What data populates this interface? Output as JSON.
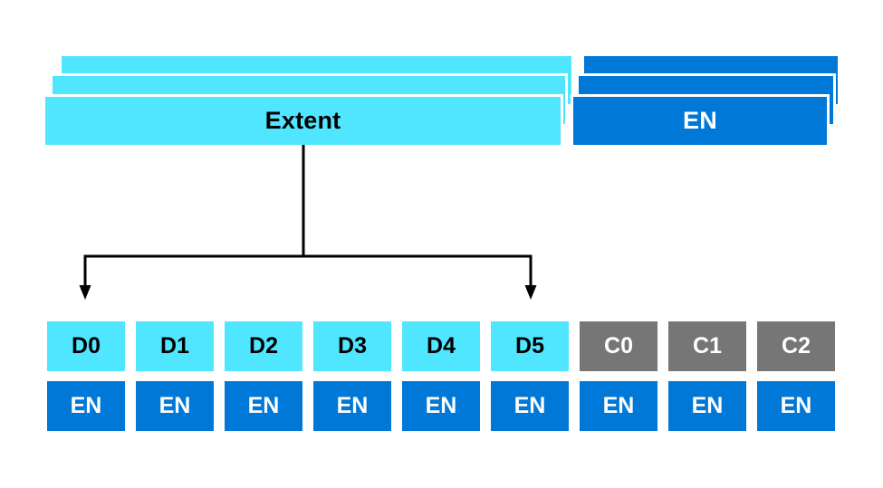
{
  "extent_stack": {
    "label": "Extent",
    "layer_count": 3
  },
  "en_stack": {
    "label": "EN",
    "layer_count": 3
  },
  "columns": [
    {
      "top": "D0",
      "bottom": "EN",
      "type": "data"
    },
    {
      "top": "D1",
      "bottom": "EN",
      "type": "data"
    },
    {
      "top": "D2",
      "bottom": "EN",
      "type": "data"
    },
    {
      "top": "D3",
      "bottom": "EN",
      "type": "data"
    },
    {
      "top": "D4",
      "bottom": "EN",
      "type": "data"
    },
    {
      "top": "D5",
      "bottom": "EN",
      "type": "data"
    },
    {
      "top": "C0",
      "bottom": "EN",
      "type": "code"
    },
    {
      "top": "C1",
      "bottom": "EN",
      "type": "code"
    },
    {
      "top": "C2",
      "bottom": "EN",
      "type": "code"
    }
  ],
  "colors": {
    "cyan": "#50E6FF",
    "blue": "#0078D7",
    "gray": "#767676",
    "connector": "#000000",
    "background": "#FFFFFF",
    "text_dark": "#000000",
    "text_light": "#FFFFFF"
  }
}
